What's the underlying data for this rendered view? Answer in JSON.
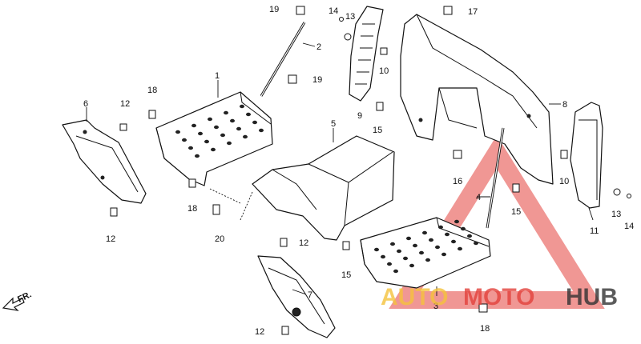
{
  "labels": {
    "n1": "1",
    "n2": "2",
    "n3": "3",
    "n4": "4",
    "n5": "5",
    "n6": "6",
    "n7": "7",
    "n8": "8",
    "n9": "9",
    "n10a": "10",
    "n10b": "10",
    "n11": "11",
    "n12a": "12",
    "n12b": "12",
    "n12c": "12",
    "n12d": "12",
    "n13a": "13",
    "n13b": "13",
    "n14a": "14",
    "n14b": "14",
    "n15a": "15",
    "n15b": "15",
    "n15c": "15",
    "n16": "16",
    "n17": "17",
    "n18a": "18",
    "n18b": "18",
    "n18c": "18",
    "n19a": "19",
    "n19b": "19",
    "n20": "20"
  },
  "direction": "FR.",
  "watermark": {
    "part1": "AUTO",
    "part2": "MOTO",
    "part3": "HUB"
  },
  "colors": {
    "accent": "#e3423c",
    "yellow": "#f5c23c",
    "dark": "#333333"
  }
}
